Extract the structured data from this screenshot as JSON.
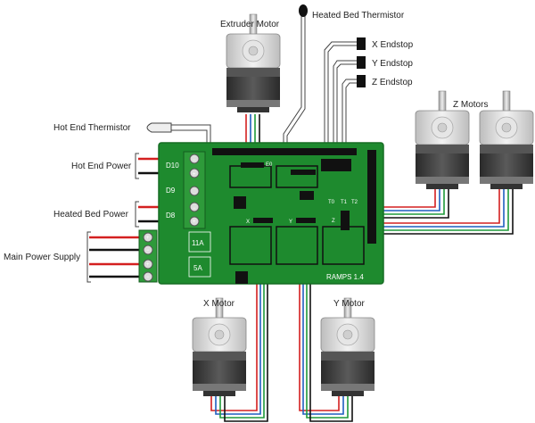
{
  "labels": {
    "extruder_motor": "Extruder Motor",
    "heated_bed_thermistor": "Heated Bed Thermistor",
    "x_endstop": "X Endstop",
    "y_endstop": "Y Endstop",
    "z_endstop": "Z Endstop",
    "z_motors": "Z Motors",
    "hot_end_thermistor": "Hot End Thermistor",
    "hot_end_power": "Hot End Power",
    "heated_bed_power": "Heated Bed Power",
    "main_power_supply": "Main Power Supply",
    "x_motor": "X Motor",
    "y_motor": "Y Motor"
  },
  "board": {
    "name": "RAMPS 1.4",
    "d10": "D10",
    "d9": "D9",
    "d8": "D8",
    "fuse_11a": "11A",
    "fuse_5a": "5A",
    "e0": "E0",
    "x": "X",
    "y": "Y",
    "z": "Z",
    "t0": "T0",
    "t1": "T1",
    "t2": "T2",
    "plus": "+",
    "minus": "−"
  },
  "colors": {
    "board": "#1e8a2e",
    "board_edge": "#176d24",
    "motor_body": "#d9d9d9",
    "motor_dark": "#3a3a3a",
    "wire_red": "#d42020",
    "wire_blue": "#1f5fbf",
    "wire_green": "#1f9a3a",
    "wire_black": "#111111"
  }
}
